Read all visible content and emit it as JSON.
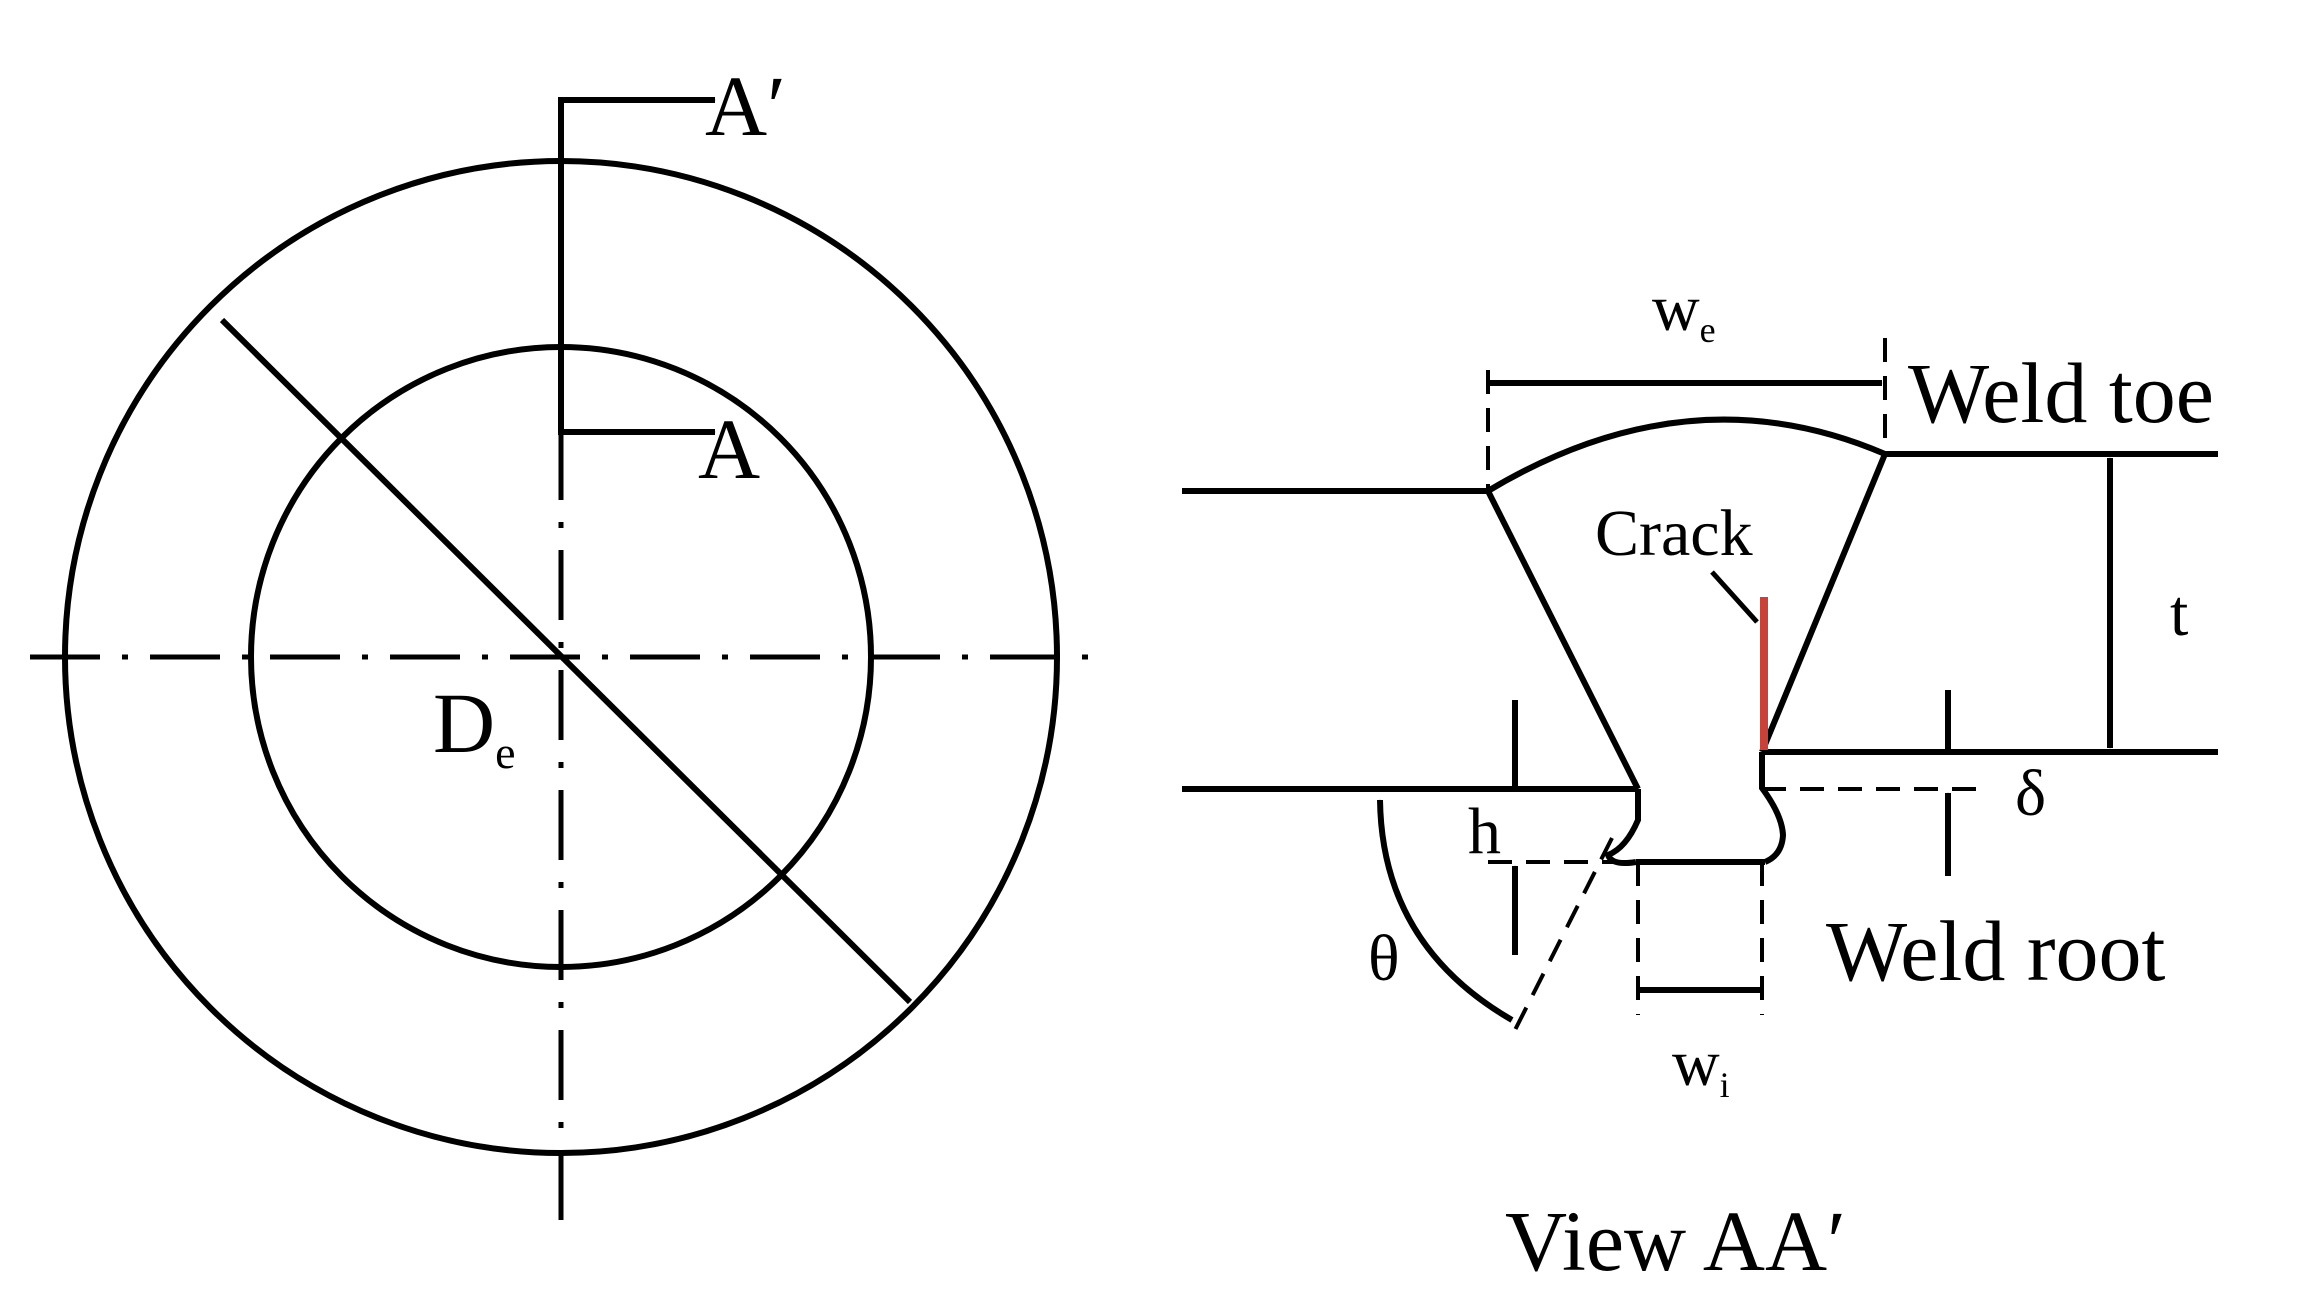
{
  "colors": {
    "ink": "#000000",
    "crack": "#c9423a",
    "background": "#ffffff"
  },
  "section_marks": {
    "top_label": "A′",
    "bottom_label": "A"
  },
  "diameter": {
    "symbol": "D",
    "subscript": "e"
  },
  "weld_labels": {
    "we_symbol": "w",
    "we_subscript": "e",
    "wi_symbol": "w",
    "wi_subscript": "i",
    "weld_toe": "Weld toe",
    "weld_root": "Weld root",
    "crack": "Crack",
    "thickness": "t",
    "delta": "δ",
    "h": "h",
    "theta": "θ"
  },
  "view_title": "View AA′"
}
